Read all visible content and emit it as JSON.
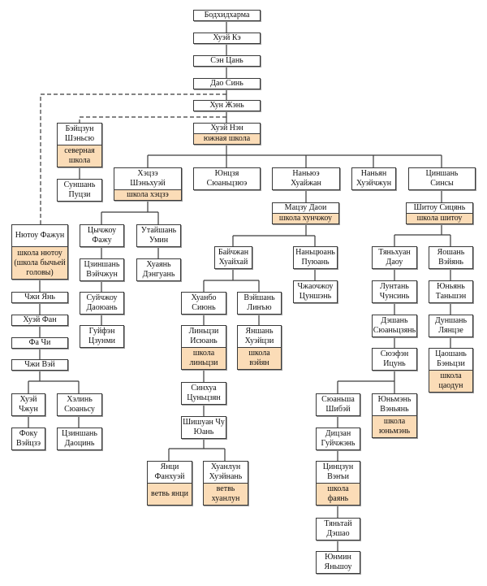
{
  "colors": {
    "school_fill": "#fbdcb7",
    "line": "#3a3a3a"
  },
  "nodes": {
    "bodhidharma": "Бодхидхарма",
    "huike": "Хуэй Кэ",
    "sengcan": "Сэн Цань",
    "daoxin": "Дао Синь",
    "hongren": "Хун Жэнь",
    "huineng": "Хуэй Нэн",
    "shenxiu": "Бэйцзун Шэньсю",
    "puji": "Суншань Пуцзи",
    "shenhui": "Хэцзэ Шэньхуэй",
    "xuanjue": "Юнцзя Сюаньцзюэ",
    "huairang": "Наньюэ Хуайжан",
    "huizhong": "Наньян Хуэйчжун",
    "xingsi": "Циншань Синсы",
    "farong": "Нютоу Фажун",
    "faru": "Цычжоу Фажу",
    "wuming": "Утайшань Умин",
    "weizhong": "Цзиншань Вэйчжун",
    "dengguan": "Хуаянь Дэнгуань",
    "daoyuan": "Суйчжоу Даоюань",
    "zongmi": "Гуйфэн Цзунми",
    "zhiyan": "Чжи Янь",
    "huifang": "Хуэй Фан",
    "fachi": "Фа Чи",
    "zhiwei": "Чжи Вэй",
    "huizhong2": "Хуэй Чжун",
    "xuansu": "Хэлинь Сюаньсу",
    "weize": "Фоку Вэйцзэ",
    "daoqin": "Цзиншань Даоцинь",
    "mazu": "Мацзу Даои",
    "shitou": "Шитоу Сицянь",
    "baizhang": "Байчжан Хуайхай",
    "puyuan": "Наньцюань Пуюань",
    "congshen": "Чжаочжоу Цуншэнь",
    "xiyun": "Хуанбо Сиюнь",
    "lingyou": "Вэйшань Линъю",
    "yixuan": "Линьцзи Исюань",
    "huiji": "Яншань Хуэйцзи",
    "cunjiang": "Синхуа Цуньцзян",
    "chuyuan": "Шишуан Чу Юань",
    "fanghui": "Янци Фанхуэй",
    "huinan": "Хуанлун Хуэйнань",
    "daowu": "Тяньхуан Даоу",
    "weiyan": "Яошань Вэйянь",
    "chongxin": "Лунтань Чунсинь",
    "tansheng": "Юньянь Таньшэн",
    "xuanjian": "Дэшань Сюаньцзянь",
    "liangjie": "Дуншань Лянцзе",
    "yicun": "Сюэфэн Ицунь",
    "benji": "Цаошань Бэньцзи",
    "shibei": "Сюаньша Шибэй",
    "wenyan": "Юньмэнь Вэньянь",
    "guichen": "Дицзан Гуйчжэнь",
    "wenyi": "Цинцзун Вэнъи",
    "deshao": "Тяньтай Дэшао",
    "yanshou": "Юнмин Яньшоу"
  },
  "schools": {
    "southern": "южная школа",
    "northern": "северная школа",
    "heze": "школа хэцзэ",
    "niutou": "школа нютоу (школа бычьей головы)",
    "hongzhou": "школа хунчжоу",
    "shitou": "школа шитоу",
    "linji": "школа линьцзи",
    "weiyang": "школа вэйян",
    "caodong": "школа цаодун",
    "yunmen": "школа юньмэнь",
    "fayan": "школа фаянь",
    "yangqi": "ветвь янци",
    "huanglong": "ветвь хуанлун"
  }
}
